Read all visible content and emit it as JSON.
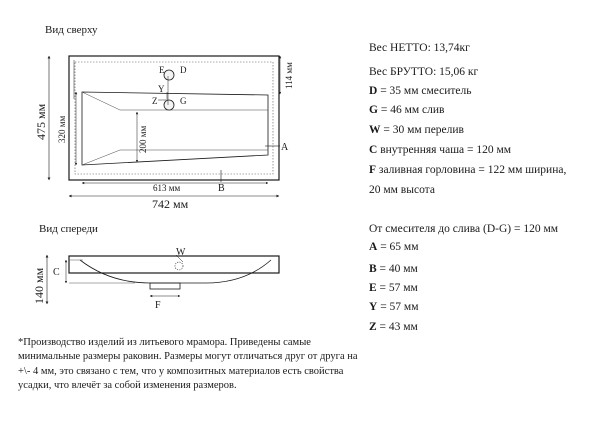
{
  "views": {
    "top": {
      "title": "Вид сверху",
      "dim_width": "742 мм",
      "dim_depth": "475 мм",
      "dim_inner_width": "613 мм",
      "dim_inner_depth": "320 мм",
      "dim_bowl_depth": "200 мм",
      "dim_top_offset": "114 мм",
      "labels": {
        "e": "E",
        "d": "D",
        "y": "Y",
        "z": "Z",
        "g": "G",
        "a": "A",
        "b": "B"
      }
    },
    "front": {
      "title": "Вид спереди",
      "dim_height": "140 мм",
      "labels": {
        "w": "W",
        "c": "C",
        "f": "F"
      }
    }
  },
  "specs": {
    "net_weight": "Вес НЕТТО: 13,74кг",
    "gross_weight": "Вес БРУТТО: 15,06 кг",
    "items_a": [
      {
        "key": "D",
        "text": " = 35 мм смеситель"
      },
      {
        "key": "G",
        "text": " = 46 мм слив"
      },
      {
        "key": "W",
        "text": " = 30 мм перелив"
      },
      {
        "key": "C",
        "text": " внутренняя чаша = 120 мм"
      },
      {
        "key": "F",
        "text": " заливная горловина = 122 мм ширина,"
      }
    ],
    "f_cont": "20 мм высота",
    "mixer_to_drain": "От смесителя до слива (D-G) = 120 мм",
    "items_b": [
      {
        "key": "A",
        "text": " = 65 мм"
      },
      {
        "key": "B",
        "text": " = 40 мм"
      },
      {
        "key": "E",
        "text": " = 57 мм"
      },
      {
        "key": "Y",
        "text": " = 57 мм"
      },
      {
        "key": "Z",
        "text": " = 43 мм"
      }
    ]
  },
  "note": "*Производство изделий из литьевого мрамора. Приведены самые минимальные размеры раковин. Размеры могут отличаться друг от друга на +\\- 4 мм, это связано с тем, что у композитных материалов есть свойства усадки, что влечёт за собой изменения размеров."
}
